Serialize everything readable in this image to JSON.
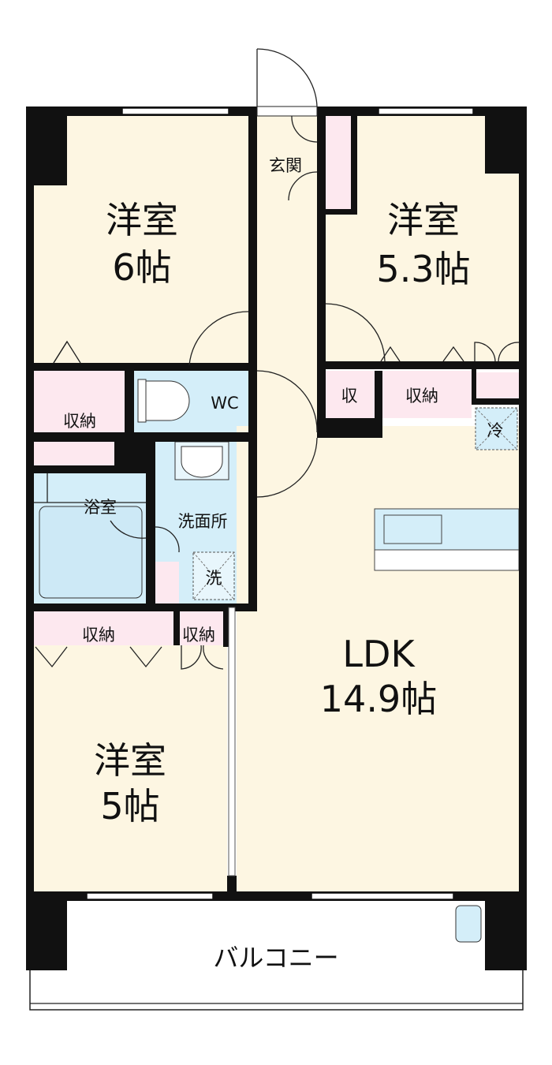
{
  "floorplan": {
    "rooms": {
      "western_6": {
        "name": "洋室",
        "size": "6帖"
      },
      "western_53": {
        "name": "洋室",
        "size": "5.3帖"
      },
      "western_5": {
        "name": "洋室",
        "size": "5帖"
      },
      "ldk": {
        "name": "LDK",
        "size": "14.9帖"
      },
      "entrance": "玄関",
      "wc": "WC",
      "bath": "浴室",
      "washroom": "洗面所",
      "washer": "洗",
      "fridge": "冷",
      "storage_left": "収納",
      "storage_bottom_left": "収納",
      "storage_bottom_small": "収納",
      "storage_right_small": "収",
      "storage_right": "収納",
      "balcony": "バルコニー"
    },
    "colors": {
      "room": "#fdf6e2",
      "storage": "#fde8ef",
      "wet": "#d4eef9",
      "wall": "#111111"
    }
  }
}
